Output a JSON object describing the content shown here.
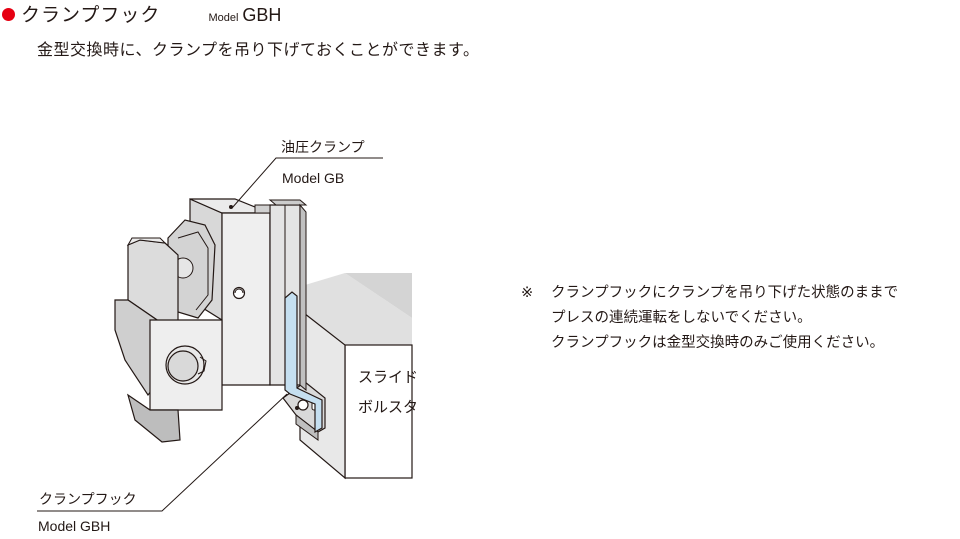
{
  "heading": {
    "title": "クランプフック",
    "model_prefix": "Model",
    "model_code": "GBH",
    "bullet_color": "#e60012"
  },
  "description": "金型交換時に、クランプを吊り下げておくことができます。",
  "labels": {
    "clamp_jp": "油圧クランプ",
    "clamp_model": "Model GB",
    "slide_line1": "スライド",
    "slide_line2": "ボルスタ",
    "hook_jp": "クランプフック",
    "hook_model": "Model GBH"
  },
  "notice": {
    "mark": "※",
    "lines": [
      "クランプフックにクランプを吊り下げた状態のままで",
      "プレスの連続運転をしないでください。",
      "クランプフックは金型交換時のみご使用ください。"
    ]
  },
  "colors": {
    "hook_highlight": "#c5dff0",
    "body_gray": "#e6e6e6",
    "dark_gray": "#cfcfcf"
  }
}
